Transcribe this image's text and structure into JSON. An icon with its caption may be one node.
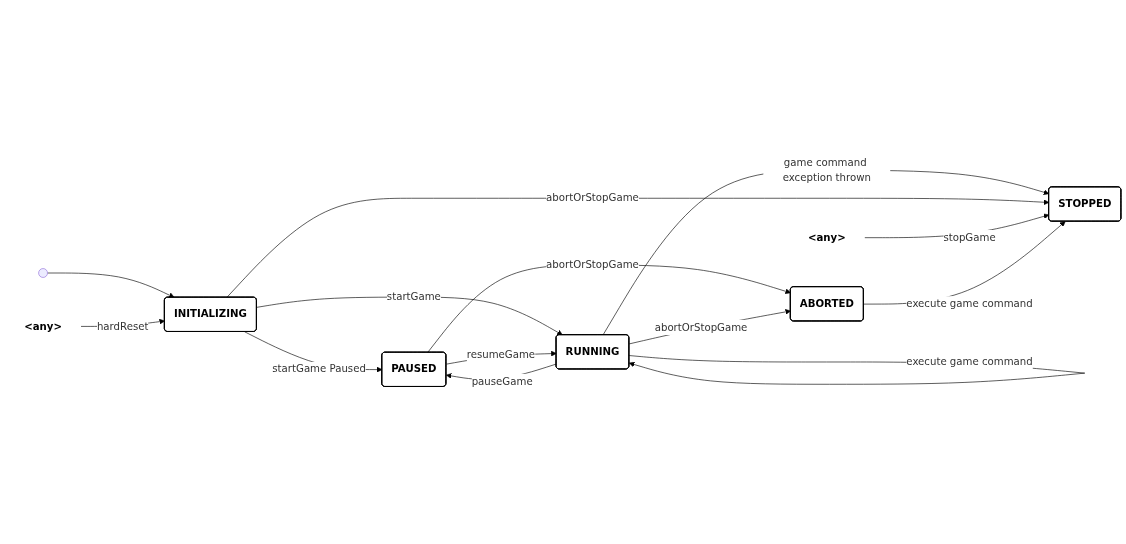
{
  "diagram": {
    "nodes": [
      {
        "text": [
          "PAUSED"
        ]
      },
      {
        "text": [
          "<any>"
        ]
      },
      {
        "text": [
          "ABORTED"
        ]
      },
      {
        "text": [],
        "shape": "circle"
      },
      {
        "text": [
          "INITIALIZING"
        ]
      },
      {
        "text": [
          "RUNNING"
        ]
      },
      {
        "text": [
          "STOPPED"
        ]
      },
      {
        "text": [
          "<any>"
        ]
      }
    ],
    "edges": [
      {
        "from": 3,
        "to": 4,
        "arrow": "to"
      },
      {
        "from": 1,
        "to": 4,
        "arrow": "to",
        "label": "hardReset"
      },
      {
        "from": 4,
        "to": 0,
        "arrow": "to",
        "label": "startGame Paused"
      },
      {
        "from": 0,
        "to": 2,
        "arrow": "to",
        "label": "abortOrStopGame"
      },
      {
        "from": 4,
        "to": 5,
        "arrow": "to",
        "label": "startGame"
      },
      {
        "from": 5,
        "to": 0,
        "arrow": "to",
        "label": "pauseGame"
      },
      {
        "from": 0,
        "to": 5,
        "arrow": "to",
        "label": "resumeGame"
      },
      {
        "from": 5,
        "to": 2,
        "arrow": "to",
        "label": "abortOrStopGame"
      },
      {
        "from": 5,
        "to": 5,
        "arrow": "to",
        "label": "execute game command"
      },
      {
        "from": 5,
        "to": 6,
        "arrow": "to",
        "label": "game command exception thrown"
      },
      {
        "from": 4,
        "to": 6,
        "arrow": "to",
        "label": "abortOrStopGame"
      },
      {
        "from": 7,
        "to": 6,
        "arrow": "to",
        "label": "stopGame"
      },
      {
        "from": 2,
        "to": 6,
        "arrow": "to",
        "label": "execute game command"
      }
    ]
  }
}
